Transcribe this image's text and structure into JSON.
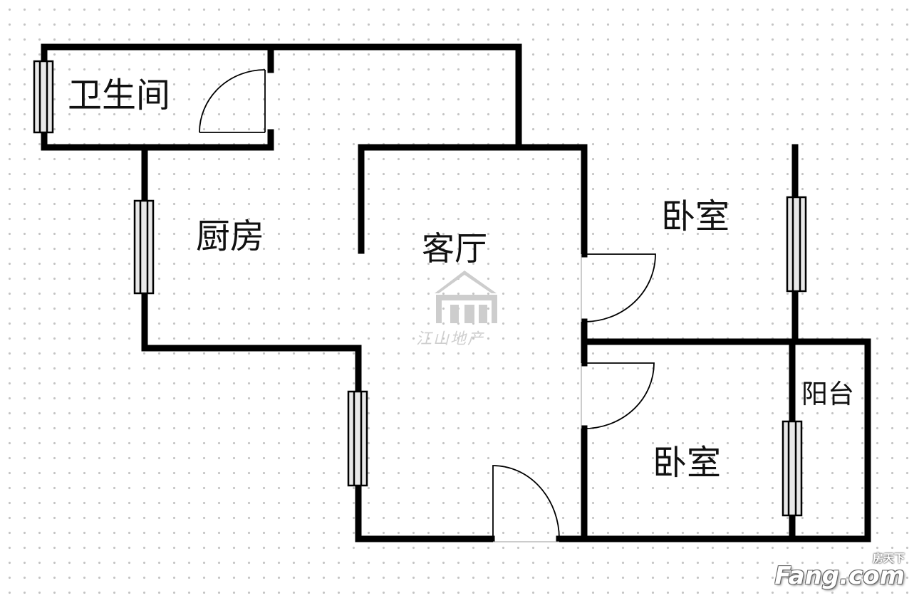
{
  "rooms": {
    "bathroom": "卫生间",
    "kitchen": "厨房",
    "living_room": "客厅",
    "bedroom_top": "卧室",
    "bedroom_bottom": "卧室",
    "balcony": "阳台"
  },
  "watermark": {
    "text": "江山地产"
  },
  "brand": {
    "tagline": "房天下",
    "name": "Fang.com"
  },
  "colors": {
    "wall": "#000000",
    "window": "#e8e8e8",
    "background": "#ffffff",
    "grid_dot": "#c4c4c4"
  }
}
